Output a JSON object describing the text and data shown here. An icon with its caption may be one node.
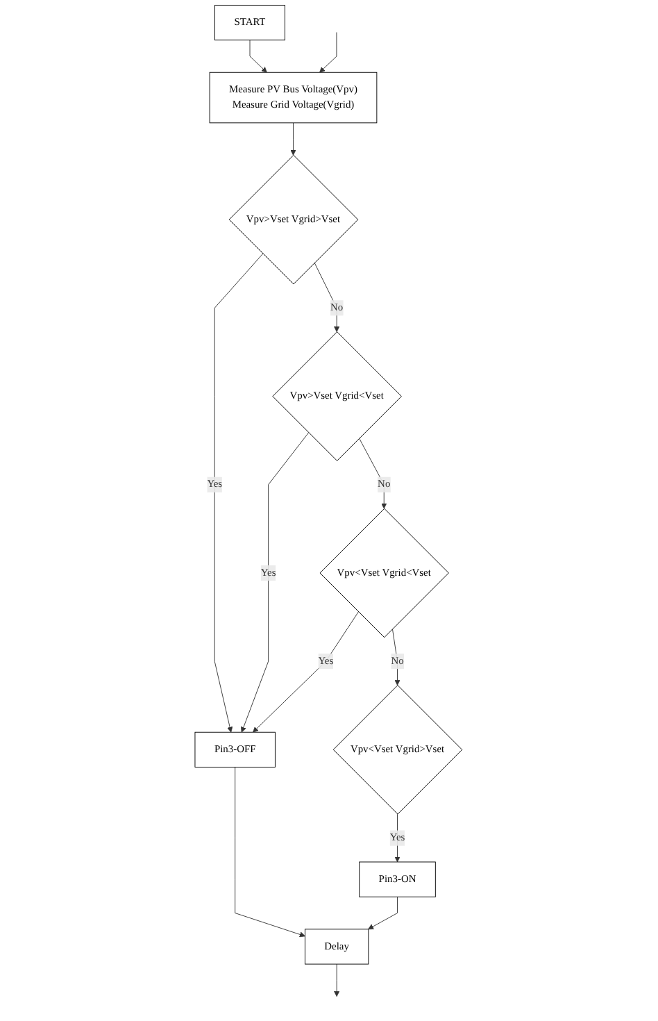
{
  "diagram": {
    "nodes": [
      {
        "text": [
          "START"
        ]
      },
      {
        "text": [
          "Measure PV Bus Voltage(Vpv)",
          "Measure Grid Voltage(Vgrid)"
        ]
      },
      {
        "text": [
          "Vpv>Vset Vgrid>Vset"
        ]
      },
      {
        "text": [
          "Vpv>Vset Vgrid<Vset"
        ]
      },
      {
        "text": [
          "Vpv<Vset Vgrid<Vset"
        ]
      },
      {
        "text": [
          "Vpv<Vset Vgrid>Vset"
        ]
      },
      {
        "text": [
          "Pin3-OFF"
        ]
      },
      {
        "text": [
          "Pin3-ON"
        ]
      },
      {
        "text": [
          "Delay"
        ]
      }
    ],
    "edges": [
      {
        "from": 0,
        "to": 1,
        "arrow": "to"
      },
      {
        "from": null,
        "to": 1,
        "arrow": "to"
      },
      {
        "from": 1,
        "to": 2,
        "arrow": "to"
      },
      {
        "from": 2,
        "to": 6,
        "label": "Yes",
        "arrow": "to"
      },
      {
        "from": 2,
        "to": 3,
        "label": "No",
        "arrow": "to"
      },
      {
        "from": 3,
        "to": 6,
        "label": "Yes",
        "arrow": "to"
      },
      {
        "from": 3,
        "to": 4,
        "label": "No",
        "arrow": "to"
      },
      {
        "from": 4,
        "to": 6,
        "label": "Yes",
        "arrow": "to"
      },
      {
        "from": 4,
        "to": 5,
        "label": "No",
        "arrow": "to"
      },
      {
        "from": 5,
        "to": 7,
        "label": "Yes",
        "arrow": "to"
      },
      {
        "from": 6,
        "to": 8,
        "arrow": "to"
      },
      {
        "from": 7,
        "to": 8,
        "arrow": "to"
      },
      {
        "from": 8,
        "to": null,
        "arrow": "to"
      }
    ]
  }
}
